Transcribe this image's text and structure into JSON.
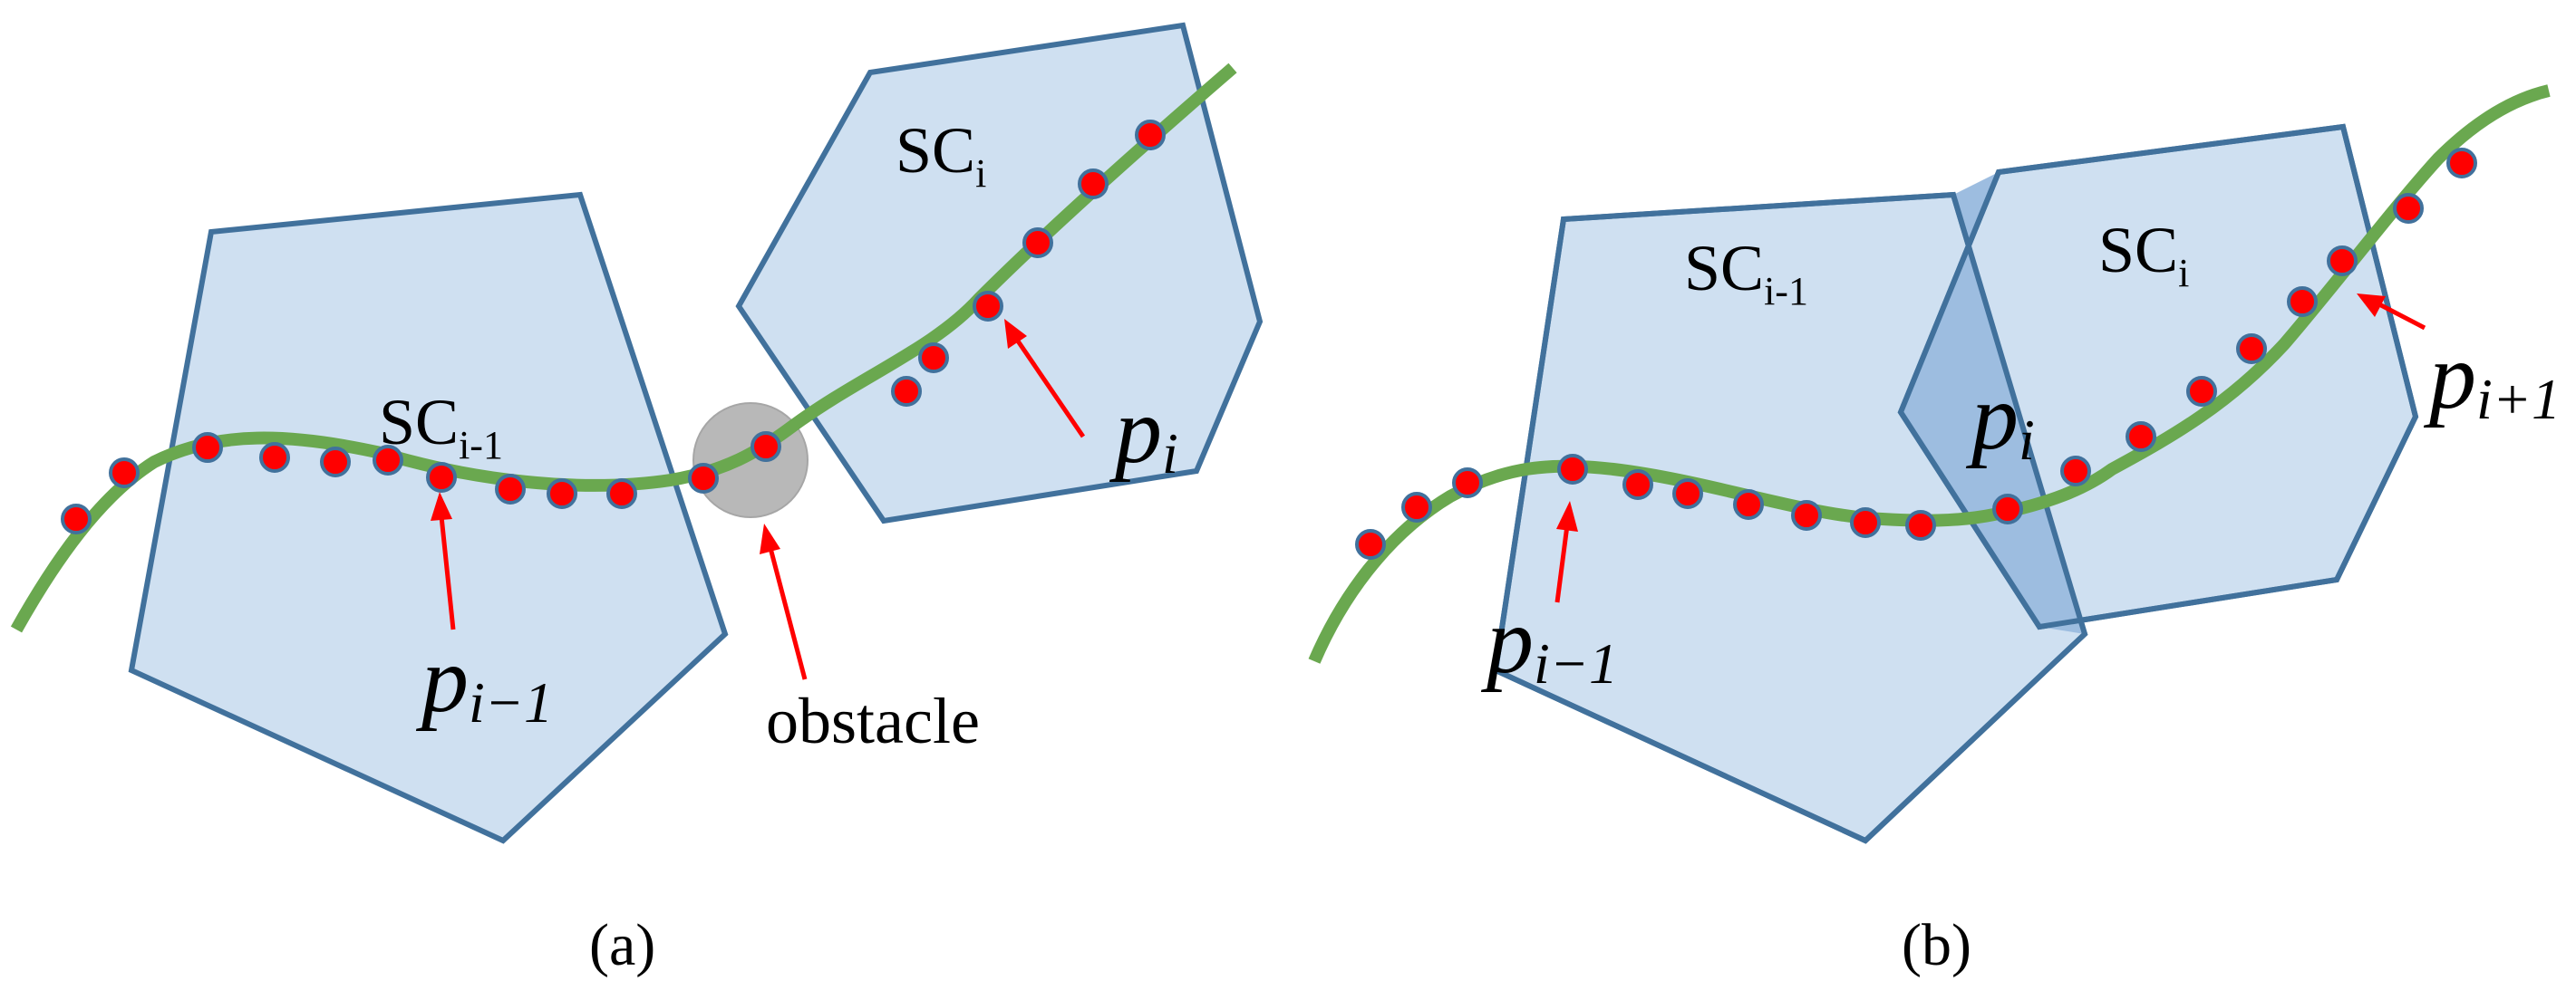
{
  "panel_a": {
    "region_prev": {
      "base": "SC",
      "sub": "i-1"
    },
    "region_cur": {
      "base": "SC",
      "sub": "i"
    },
    "point_prev": {
      "base": "p",
      "sub": "i−1"
    },
    "point_cur": {
      "base": "p",
      "sub": "i"
    },
    "obstacle_label": "obstacle",
    "caption": "(a)"
  },
  "panel_b": {
    "region_prev": {
      "base": "SC",
      "sub": "i-1"
    },
    "region_cur": {
      "base": "SC",
      "sub": "i"
    },
    "point_prev": {
      "base": "p",
      "sub": "i−1"
    },
    "point_cur": {
      "base": "p",
      "sub": "i"
    },
    "point_next": {
      "base": "p",
      "sub": "i+1"
    },
    "caption": "(b)"
  },
  "colors": {
    "region_fill": "#cfe0f1",
    "region_stroke": "#41719c",
    "overlap_fill": "#9dbde0",
    "path": "#6aa84f",
    "waypoint": "#ff0000",
    "arrow": "#ff0000",
    "obstacle": "#b8b8b8"
  }
}
